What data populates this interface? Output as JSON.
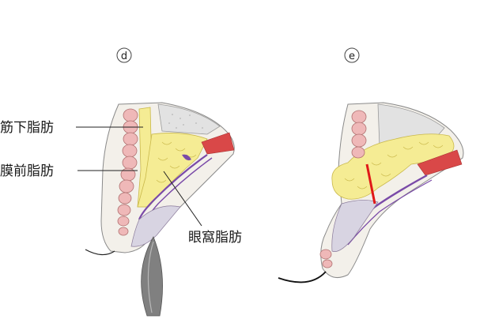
{
  "panels": [
    {
      "letter": "d"
    },
    {
      "letter": "e"
    }
  ],
  "labels": {
    "label_1": "筋下脂肪",
    "label_2": "膜前脂肪",
    "label_3": "眼窩脂肪"
  },
  "colors": {
    "fat": "#f5ec94",
    "fat_outline": "#c9b84a",
    "muscle": "#efb8b8",
    "muscle_outline": "#b07070",
    "septum": "#7a4aa8",
    "red_tissue": "#d94848",
    "incision": "#e01818",
    "bone_gray": "#e2e2e2",
    "skin_light": "#f3f0ea",
    "skin_lavender": "#d8d4e2",
    "instrument": "#808080"
  }
}
